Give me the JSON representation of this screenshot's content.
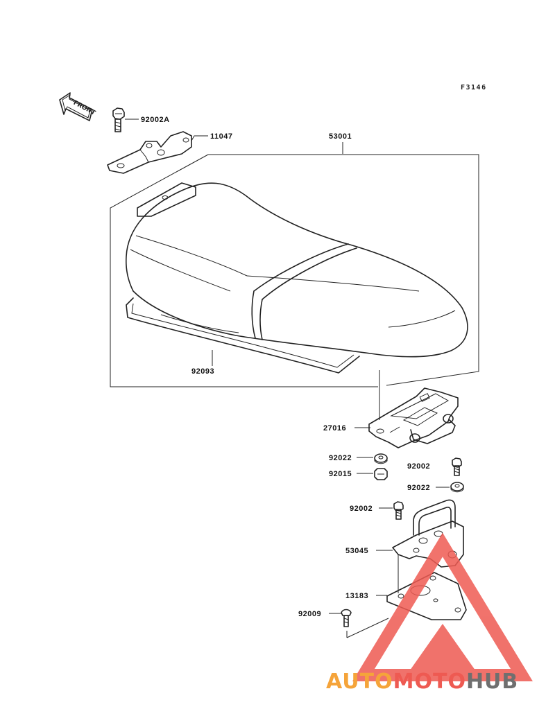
{
  "diagram": {
    "ref_code": "F3146",
    "front_label": "FRONT",
    "callouts": {
      "p92002A": "92002A",
      "p11047": "11047",
      "p53001": "53001",
      "p92093": "92093",
      "p27016": "27016",
      "p92022a": "92022",
      "p92015": "92015",
      "p92002a": "92002",
      "p92022b": "92022",
      "p92002b": "92002",
      "p53045": "53045",
      "p13183": "13183",
      "p92009": "92009"
    }
  },
  "watermark": {
    "part1": "AUTO",
    "part2": "MOTO",
    "part3": "HUB",
    "colors": {
      "orange": "#f5a43a",
      "red": "#ee5a52",
      "gray": "#6f6f6f",
      "triangle": "#ee5a52"
    }
  }
}
